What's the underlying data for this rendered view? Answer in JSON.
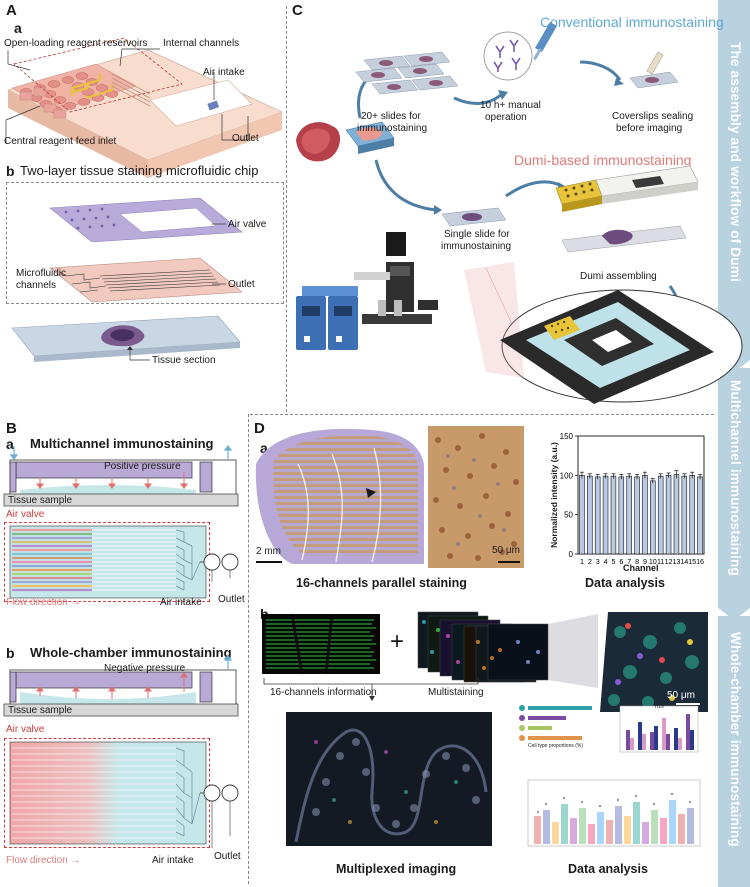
{
  "panels": {
    "A": {
      "letter": "A",
      "sub_a": {
        "letter": "a",
        "labels": [
          "Open-loading reagent reservoirs",
          "Internal channels",
          "Air intake",
          "Outlet",
          "Central reagent feed inlet"
        ]
      },
      "sub_b": {
        "letter": "b",
        "title": "Two-layer tissue staining microfluidic chip",
        "labels": [
          "Air valve",
          "Microfluidic",
          "channels",
          "Outlet",
          "Tissue section"
        ]
      }
    },
    "B": {
      "letter": "B",
      "sub_a": {
        "letter": "a",
        "title": "Multichannel immunostaining",
        "pressure": "Positive pressure",
        "tissue": "Tissue sample",
        "air_valve": "Air valve",
        "flow": "Flow direction",
        "air_intake": "Air intake",
        "outlet": "Outlet"
      },
      "sub_b": {
        "letter": "b",
        "title": "Whole-chamber immunostaining",
        "pressure": "Negative pressure",
        "tissue": "Tissue sample",
        "air_valve": "Air valve",
        "flow": "Flow direction",
        "air_intake": "Air intake",
        "outlet": "Outlet"
      }
    },
    "C": {
      "letter": "C",
      "conventional_title": "Conventional immunostaining",
      "dumi_title": "Dumi-based immunostaining",
      "steps": {
        "slides": [
          "20+ slides for",
          "immunostaining"
        ],
        "manual": "10 h+ manual",
        "operation": "operation",
        "coverslips": [
          "Coverslips sealing",
          "before imaging"
        ],
        "single": [
          "Single slide for",
          "immunostaining"
        ],
        "dumi": "Dumi assembling"
      }
    },
    "D": {
      "letter": "D",
      "sub_a": {
        "letter": "a",
        "scale_large": "2 mm",
        "scale_small": "50 μm",
        "caption_left": "16-channels parallel staining",
        "caption_right": "Data analysis"
      },
      "sub_b": {
        "letter": "b",
        "info": "16-channels information",
        "multistaining": "Multistaining",
        "plus": "+",
        "scale": "50 μm",
        "caption_left": "Multiplexed imaging",
        "caption_right": "Data analysis",
        "mini_axis": "Cell type proportions (%)",
        "mini_title": "TILs"
      }
    }
  },
  "side_labels": {
    "top": "The assembly and workflow of Dumi",
    "middle": "Multichannel immunostaining",
    "bottom": "Whole-chamber immunostaining"
  },
  "colors": {
    "chip_pink": "#f2c9b6",
    "reservoir": "#e8a9a5",
    "blue_channel": "#c6e7ea",
    "purple_layer": "#b8a9d6",
    "side_band": "#b8d2df",
    "conventional": "#6aaed6",
    "dumi": "#e8807d"
  },
  "chart_data": [
    {
      "type": "bar",
      "title": "",
      "xlabel": "Channel",
      "ylabel": "Normalized intensity (a.u.)",
      "categories": [
        "1",
        "2",
        "3",
        "4",
        "5",
        "6",
        "7",
        "8",
        "9",
        "10",
        "11",
        "12",
        "13",
        "14",
        "15",
        "16"
      ],
      "values": [
        100,
        99,
        98,
        99,
        99,
        98,
        99,
        98,
        100,
        93,
        99,
        100,
        101,
        99,
        100,
        98
      ],
      "errors": [
        4,
        3,
        3,
        3,
        3,
        3,
        3,
        3,
        4,
        3,
        3,
        3,
        5,
        3,
        4,
        3
      ],
      "ylim": [
        0,
        150
      ],
      "yticks": [
        0,
        50,
        100,
        150
      ],
      "bar_color": "#b9cbe4"
    }
  ]
}
